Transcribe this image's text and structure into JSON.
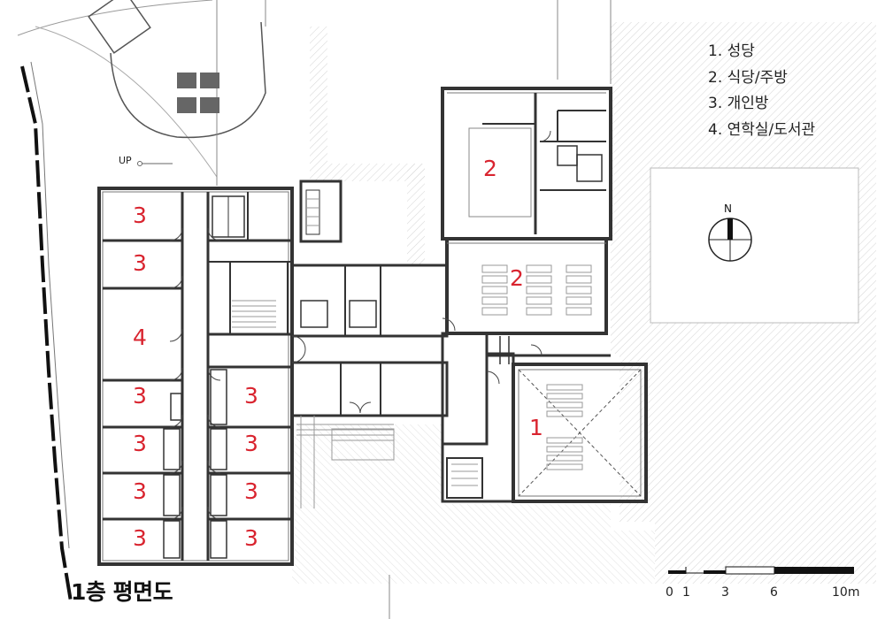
{
  "legend": [
    "1. 성당",
    "2. 식당/주방",
    "3. 개인방",
    "4. 연학실/도서관"
  ],
  "title": "1층 평면도",
  "north_label": "N",
  "up_label": "UP",
  "scale_labels": [
    "0",
    "1",
    "3",
    "6",
    "10m"
  ],
  "room_numbers": {
    "r1": "3",
    "r2": "3",
    "r3": "4",
    "r4": "3",
    "r5": "3",
    "r6": "3",
    "r7": "3",
    "r8": "3",
    "r9": "3",
    "r10": "3",
    "r11": "3",
    "k1": "2",
    "k2": "2",
    "c1": "1"
  },
  "colors": {
    "room_number": "#d9242f",
    "wall": "#333333"
  }
}
